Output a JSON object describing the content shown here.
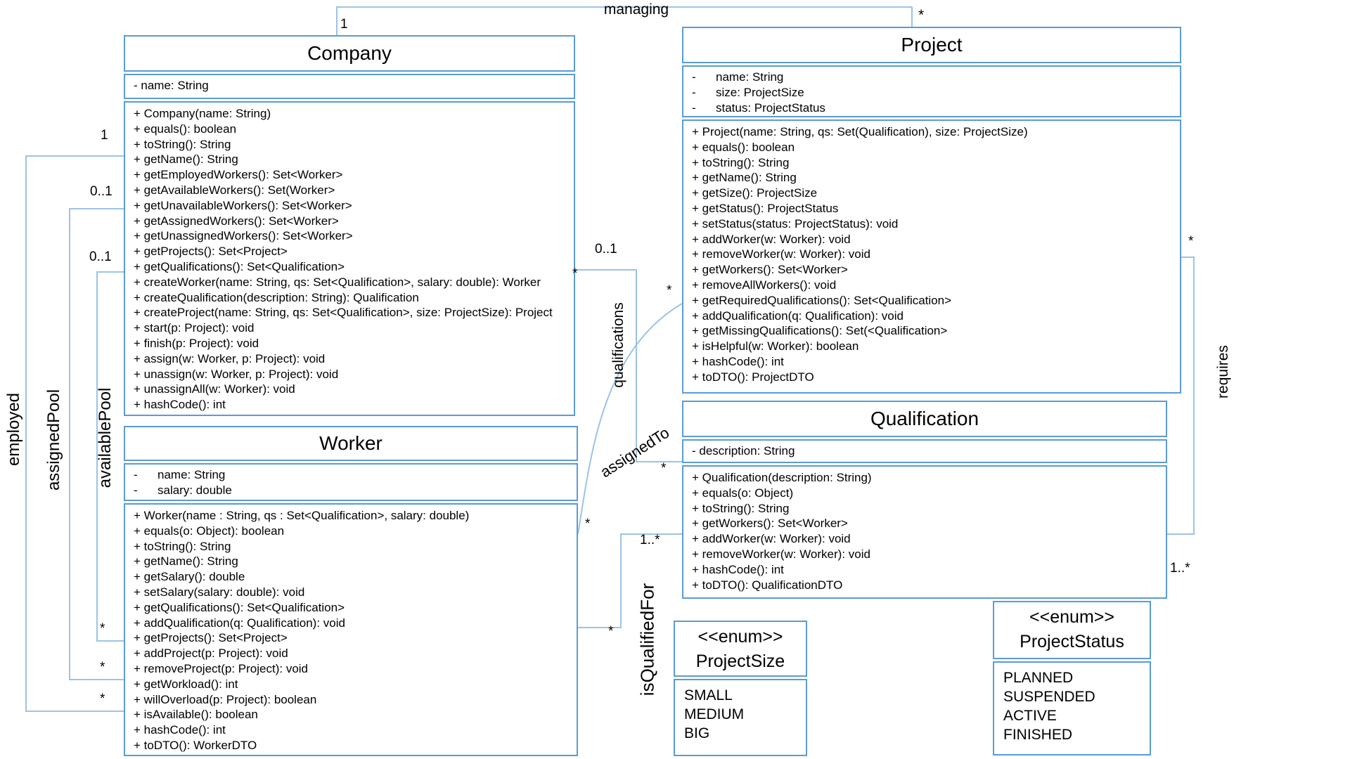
{
  "classes": {
    "company": {
      "name": "Company",
      "attributes": [
        "- name: String"
      ],
      "methods": [
        "+ Company(name: String)",
        "+ equals(): boolean",
        "+ toString(): String",
        "+ getName(): String",
        "+ getEmployedWorkers(): Set<Worker>",
        "+ getAvailableWorkers(): Set(Worker>",
        "+ getUnavailableWorkers(): Set<Worker>",
        "+ getAssignedWorkers(): Set<Worker>",
        "+ getUnassignedWorkers(): Set<Worker>",
        "+ getProjects(): Set<Project>",
        "+ getQualifications(): Set<Qualification>",
        "+ createWorker(name: String, qs: Set<Qualification>, salary: double): Worker",
        "+ createQualification(description: String): Qualification",
        "+ createProject(name: String, qs: Set<Qualification>, size: ProjectSize): Project",
        "+ start(p: Project): void",
        "+ finish(p: Project): void",
        "+ assign(w: Worker, p: Project): void",
        "+ unassign(w: Worker, p: Project): void",
        "+ unassignAll(w: Worker): void",
        "+ hashCode(): int"
      ]
    },
    "worker": {
      "name": "Worker",
      "attributes": [
        "-      name: String",
        "-      salary: double"
      ],
      "methods": [
        "+ Worker(name : String, qs : Set<Qualification>, salary: double)",
        "+ equals(o: Object): boolean",
        "+ toString(): String",
        "+ getName(): String",
        "+ getSalary(): double",
        "+ setSalary(salary: double): void",
        "+ getQualifications(): Set<Qualification>",
        "+ addQualification(q: Qualification): void",
        "+ getProjects(): Set<Project>",
        "+ addProject(p: Project): void",
        "+ removeProject(p: Project): void",
        "+ getWorkload(): int",
        "+ willOverload(p: Project): boolean",
        "+ isAvailable(): boolean",
        "+ hashCode(): int",
        "+ toDTO(): WorkerDTO"
      ]
    },
    "project": {
      "name": "Project",
      "attributes": [
        "-      name: String",
        "-      size: ProjectSize",
        "-      status: ProjectStatus"
      ],
      "methods": [
        "+ Project(name: String, qs: Set(Qualification), size: ProjectSize)",
        "+ equals(): boolean",
        "+ toString(): String",
        "+ getName(): String",
        "+ getSize(): ProjectSize",
        "+ getStatus(): ProjectStatus",
        "+ setStatus(status: ProjectStatus): void",
        "+ addWorker(w: Worker): void",
        "+ removeWorker(w: Worker): void",
        "+ getWorkers(): Set<Worker>",
        "+ removeAllWorkers(): void",
        "+ getRequiredQualifications(): Set<Qualification>",
        "+ addQualification(q: Qualification): void",
        "+ getMissingQualifications(): Set(<Qualification>",
        "+ isHelpful(w: Worker): boolean",
        "+ hashCode(): int",
        "+ toDTO(): ProjectDTO"
      ]
    },
    "qualification": {
      "name": "Qualification",
      "attributes": [
        "- description: String"
      ],
      "methods": [
        "+ Qualification(description: String)",
        "+ equals(o: Object)",
        "+ toString(): String",
        "+ getWorkers(): Set<Worker>",
        "+ addWorker(w: Worker): void",
        "+ removeWorker(w: Worker): void",
        "+ hashCode(): int",
        "+ toDTO(): QualificationDTO"
      ]
    }
  },
  "enums": {
    "projectSize": {
      "stereotype": "<<enum>>",
      "name": "ProjectSize",
      "values": [
        "SMALL",
        "MEDIUM",
        "BIG"
      ]
    },
    "projectStatus": {
      "stereotype": "<<enum>>",
      "name": "ProjectStatus",
      "values": [
        "PLANNED",
        "SUSPENDED",
        "ACTIVE",
        "FINISHED"
      ]
    }
  },
  "relationships": {
    "managing": {
      "label": "managing",
      "company_mult": "1",
      "project_mult": "*"
    },
    "employed": {
      "label": "employed",
      "company_mult": "1",
      "worker_mult": "*"
    },
    "assignedPool": {
      "label": "assignedPool",
      "company_mult": "0..1",
      "worker_mult": "*"
    },
    "availablePool": {
      "label": "availablePool",
      "company_mult": "0..1",
      "worker_mult": "*"
    },
    "qualifications": {
      "label": "qualifications",
      "company_mult": "0..1",
      "company_star": "*",
      "qualification_mult": "*"
    },
    "assignedTo": {
      "label": "assignedTo",
      "worker_mult": "*",
      "project_mult": "*"
    },
    "isQualifiedFor": {
      "label": "isQualifiedFor",
      "worker_mult": "*",
      "qualification_mult": "1..*"
    },
    "requires": {
      "label": "requires",
      "project_mult": "*",
      "qualification_mult": "1..*"
    }
  },
  "colors": {
    "box_border": "#5B9BD5",
    "association_line": "#9DC3E6",
    "text": "#000000"
  }
}
